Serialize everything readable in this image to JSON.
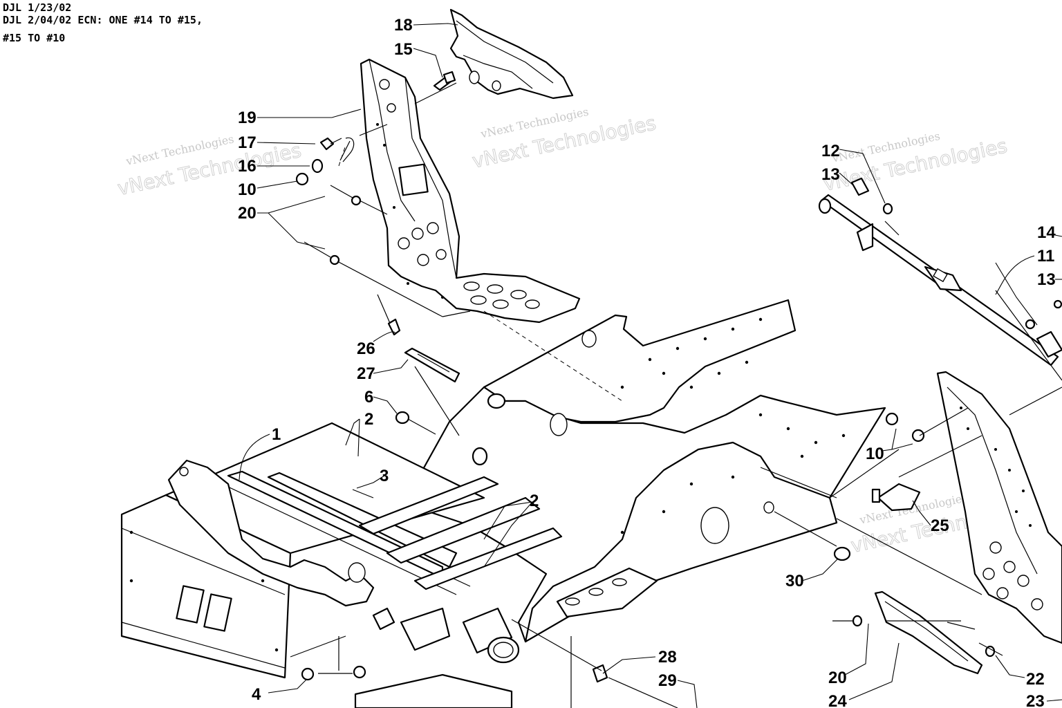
{
  "header": {
    "line1": "DJL 1/23/02",
    "line2": "DJL 2/04/02 ECN: ONE #14 TO #15,",
    "line3": "#15 TO #10"
  },
  "watermark": {
    "small": "vNext Technologies",
    "big": "vNext Technologies"
  },
  "callouts": {
    "c1": "1",
    "c2a": "2",
    "c2b": "2",
    "c3": "3",
    "c4": "4",
    "c6": "6",
    "c10a": "10",
    "c10b": "10",
    "c11": "11",
    "c12": "12",
    "c13a": "13",
    "c13b": "13",
    "c14": "14",
    "c15": "15",
    "c16": "16",
    "c17": "17",
    "c18": "18",
    "c19": "19",
    "c20a": "20",
    "c20b": "20",
    "c22": "22",
    "c23": "23",
    "c24": "24",
    "c25": "25",
    "c26": "26",
    "c27": "27",
    "c28": "28",
    "c29": "29",
    "c30": "30"
  }
}
